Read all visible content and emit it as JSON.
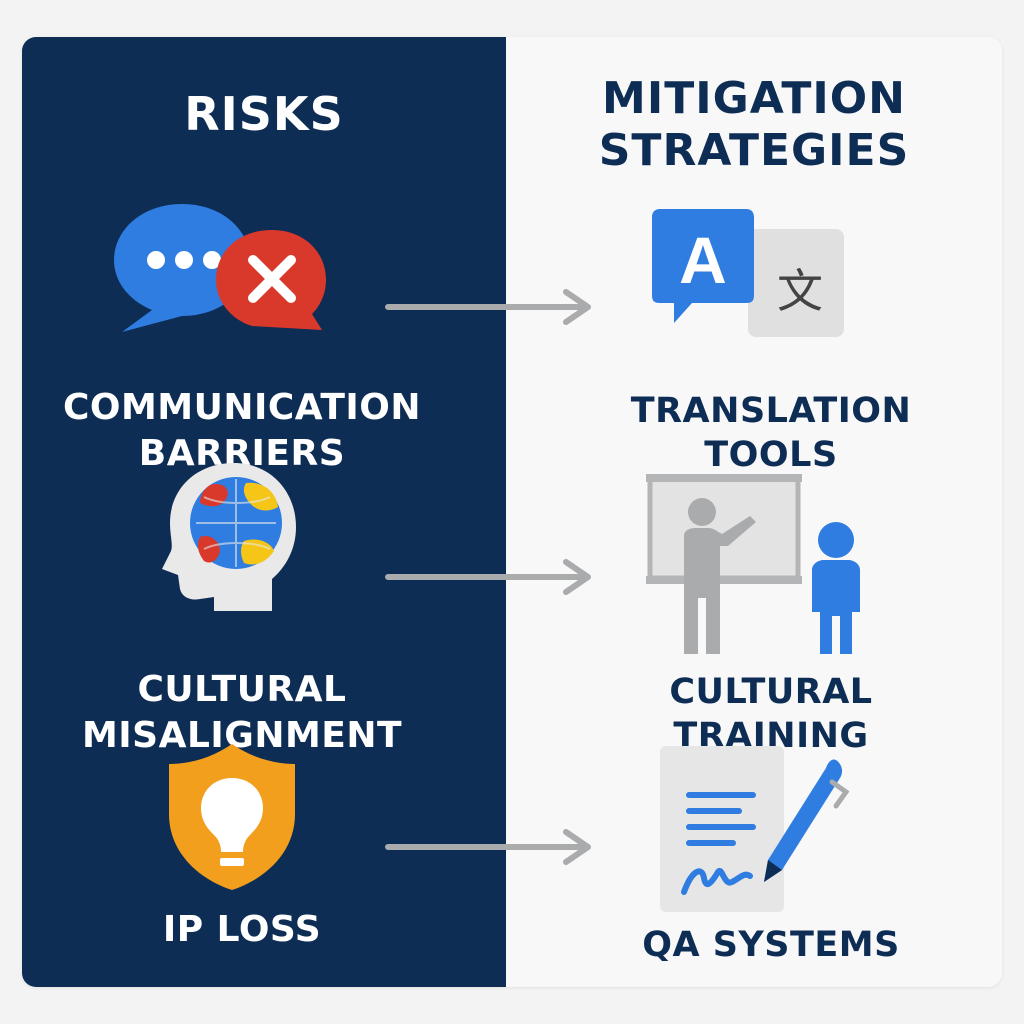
{
  "risks": {
    "heading": "RISKS",
    "items": [
      {
        "label": "COMMUNICATION\nBARRIERS",
        "icon": "chat-error-icon"
      },
      {
        "label": "CULTURAL\nMISALIGNMENT",
        "icon": "head-globe-icon"
      },
      {
        "label": "IP LOSS",
        "icon": "shield-lightbulb-icon"
      }
    ]
  },
  "strategies": {
    "heading": "MITIGATION\nSTRATEGIES",
    "items": [
      {
        "label": "TRANSLATION\nTOOLS",
        "icon": "translate-icon",
        "glyph_a": "A",
        "glyph_b": "文"
      },
      {
        "label": "CULTURAL\nTRAINING",
        "icon": "presentation-training-icon"
      },
      {
        "label": "QA SYSTEMS",
        "icon": "document-pen-icon"
      }
    ]
  },
  "colors": {
    "navy": "#0e2d55",
    "blue": "#2f7de1",
    "red": "#d8392b",
    "yellow": "#f5c518",
    "orange": "#f29f1e",
    "gray": "#a9abad",
    "light": "#f8f8f9"
  }
}
